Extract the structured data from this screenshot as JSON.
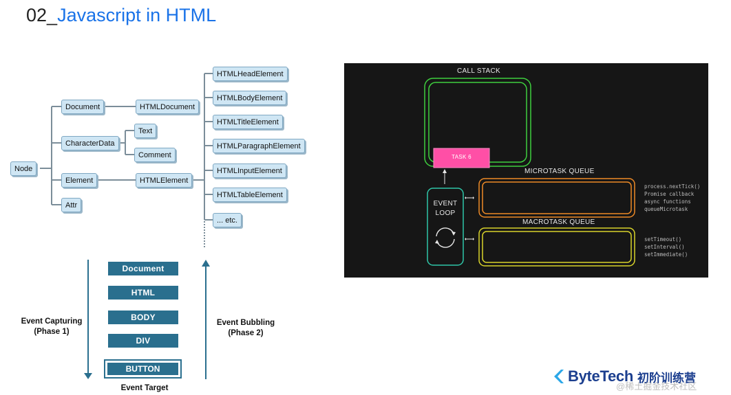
{
  "header": {
    "number": "02_",
    "title": "Javascript in HTML"
  },
  "dom_tree": {
    "root": "Node",
    "level1": [
      "Document",
      "CharacterData",
      "Element",
      "Attr"
    ],
    "html_document": "HTMLDocument",
    "character_data_children": [
      "Text",
      "Comment"
    ],
    "html_element": "HTMLElement",
    "html_element_children": [
      "HTMLHeadElement",
      "HTMLBodyElement",
      "HTMLTitleElement",
      "HTMLParagraphElement",
      "HTMLInputElement",
      "HTMLTableElement",
      "... etc."
    ]
  },
  "event_flow": {
    "layers": [
      "Document",
      "HTML",
      "BODY",
      "DIV",
      "BUTTON"
    ],
    "capturing_label": [
      "Event Capturing",
      "(Phase 1)"
    ],
    "bubbling_label": [
      "Event Bubbling",
      "(Phase 2)"
    ],
    "target_label": "Event Target"
  },
  "event_loop": {
    "call_stack": "CALL STACK",
    "task": "TASK 6",
    "event_loop": [
      "EVENT",
      "LOOP"
    ],
    "microtask_queue": "MICROTASK QUEUE",
    "macrotask_queue": "MACROTASK QUEUE",
    "microtask_sources": [
      "process.nextTick()",
      "Promise callback",
      "async functions",
      "queueMicrotask"
    ],
    "macrotask_sources": [
      "setTimeout()",
      "setInterval()",
      "setImmediate()"
    ],
    "colors": {
      "background": "#161616",
      "call_stack": "#3ecf3e",
      "task": "#ff4fa6",
      "event_loop": "#2fc6a8",
      "microtask": "#ee8a26",
      "macrotask": "#d9d42a"
    }
  },
  "brand": {
    "name": "ByteTech",
    "program": "初阶训练营",
    "watermark": "@稀土掘金技术社区"
  }
}
